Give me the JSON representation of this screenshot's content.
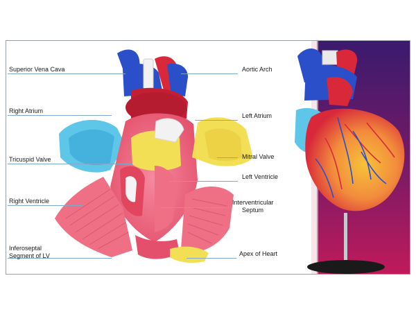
{
  "diagram": {
    "left_labels": [
      {
        "id": "superior-vena-cava",
        "text": "Superior Vena Cava"
      },
      {
        "id": "right-atrium",
        "text": "Right Atrium"
      },
      {
        "id": "tricuspid-valve",
        "text": "Tricuspid Valve"
      },
      {
        "id": "right-ventricle",
        "text": "Right Ventricle"
      },
      {
        "id": "inferoseptal-segment",
        "line1": "Inferoseptal",
        "line2": "Segment of LV"
      }
    ],
    "right_labels": [
      {
        "id": "aortic-arch",
        "text": "Aortic Arch"
      },
      {
        "id": "left-atrium",
        "text": "Left Atrium"
      },
      {
        "id": "mitral-valve",
        "text": "Mitral Valve"
      },
      {
        "id": "left-ventricle",
        "text": "Left Ventricle"
      },
      {
        "id": "interventricular-septum",
        "line1": "Interventricular",
        "line2": "Septum"
      },
      {
        "id": "apex-of-heart",
        "text": "Apex of Heart"
      }
    ],
    "colors": {
      "leader_line": "#7fa9c9",
      "vein_blue": "#2a4fc9",
      "artery_red": "#d8283a",
      "myocardium_pink": "#ef6f84",
      "atrium_cyan": "#5ec6e8",
      "valve_yellow": "#f3df55",
      "backdrop_purple": "#3a1a6e",
      "backdrop_magenta": "#c01a5a"
    }
  }
}
